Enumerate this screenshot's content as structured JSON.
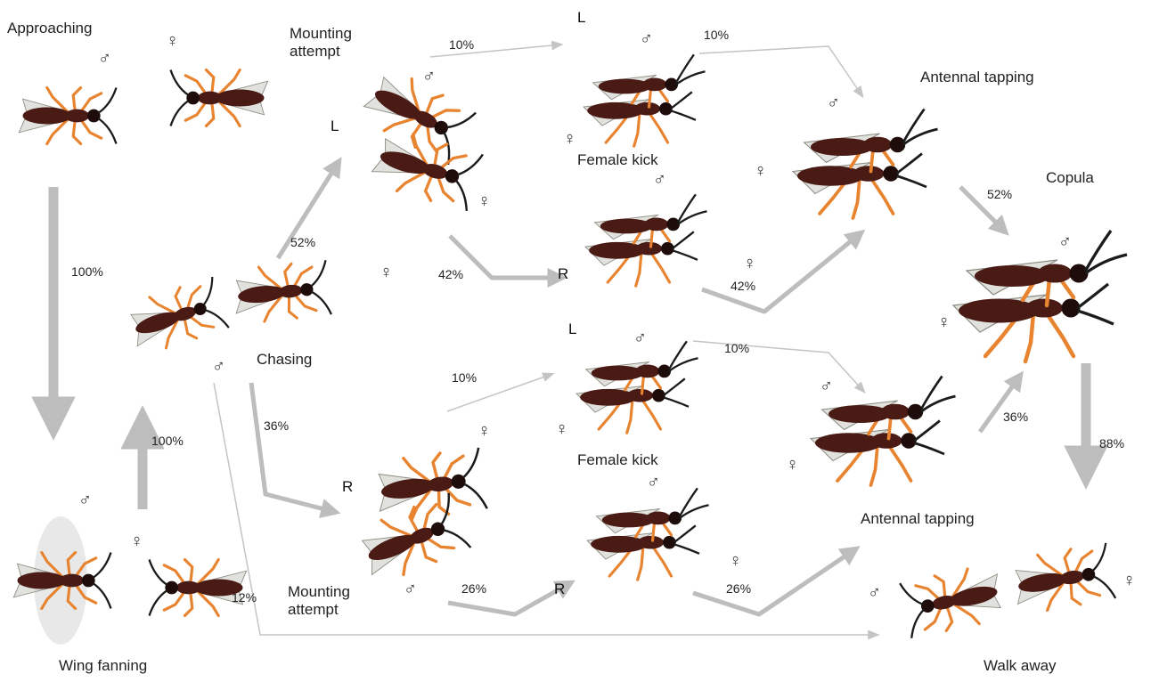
{
  "colors": {
    "body": "#4a1a14",
    "head": "#1e0c0a",
    "leg": "#e8832f",
    "antenna": "#1b1b1b",
    "wing": "#c9c9c1",
    "thick_arrow": "#bdbdbd",
    "thin_arrow": "#c4c4c4"
  },
  "icons": [
    "wasp-icon",
    "male-symbol-icon",
    "female-symbol-icon",
    "arrow-icon"
  ],
  "stages": {
    "approaching": "Approaching",
    "wing_fanning": "Wing fanning",
    "chasing": "Chasing",
    "mounting_attempt_top": "Mounting\nattempt",
    "mounting_attempt_bottom": "Mounting\nattempt",
    "female_kick_top": "Female kick",
    "female_kick_bottom": "Female kick",
    "antennal_tapping_top": "Antennal tapping",
    "antennal_tapping_bottom": "Antennal tapping",
    "copula": "Copula",
    "walk_away": "Walk away"
  },
  "sides": {
    "left": "L",
    "right": "R"
  },
  "symbols": {
    "male": "♂",
    "female": "♀"
  },
  "transitions": {
    "approach_to_fanning": "100%",
    "fanning_to_chasing": "100%",
    "chasing_to_mount_l": "52%",
    "chasing_to_mount_r": "36%",
    "chasing_to_walkaway": "12%",
    "mount_l_to_kick": "10%",
    "mount_l_to_side_r": "42%",
    "kick_to_tapping_top": "10%",
    "side_r_to_tapping_top": "42%",
    "tapping_top_to_copula": "52%",
    "mount_r_to_kick": "10%",
    "mount_r_to_side_r": "26%",
    "kick_to_tapping_bottom": "10%",
    "side_r_to_tapping_bottom": "26%",
    "tapping_bottom_to_copula": "36%",
    "copula_to_walkaway": "88%"
  }
}
